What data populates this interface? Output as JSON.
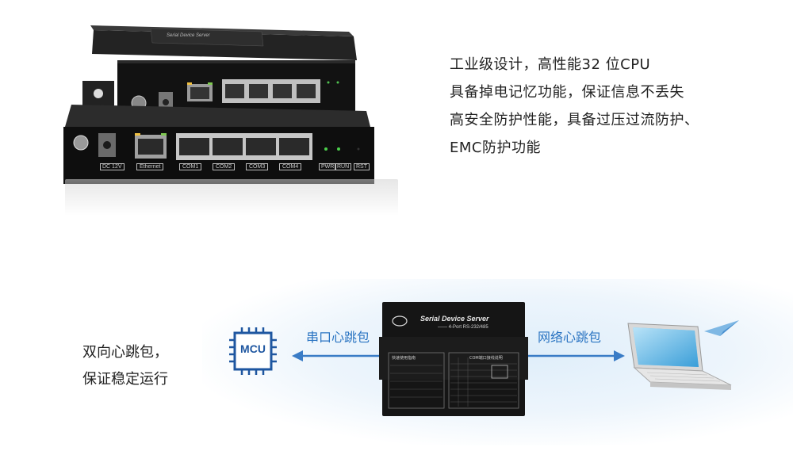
{
  "features": [
    "工业级设计，高性能32 位CPU",
    "具备掉电记忆功能，保证信息不丢失",
    "高安全防护性能，具备过压过流防护、",
    "EMC防护功能"
  ],
  "product_panel": {
    "dc_label": "DC 12V",
    "ethernet_label": "Ethernet",
    "ports": [
      "COM1",
      "COM2",
      "COM3",
      "COM4"
    ],
    "pwr_label": "PWR",
    "run_label": "RUN",
    "rst_label": "RST",
    "top_brand": "Serial Device Server"
  },
  "heartbeat": {
    "left_lines": [
      "双向心跳包，",
      "保证稳定运行"
    ],
    "mcu_label": "MCU",
    "serial_label": "串口心跳包",
    "network_label": "网络心跳包",
    "device_title": "Serial Device Server",
    "device_subtitle": "—— 4-Port RS-232/485",
    "panel_left_title": "快速使用指南",
    "panel_right_title": "COM端口接线说明"
  },
  "colors": {
    "accent_blue": "#2a74c2",
    "mcu_blue": "#1e56a0",
    "device_black": "#151515",
    "port_green": "#3a9a3a"
  }
}
